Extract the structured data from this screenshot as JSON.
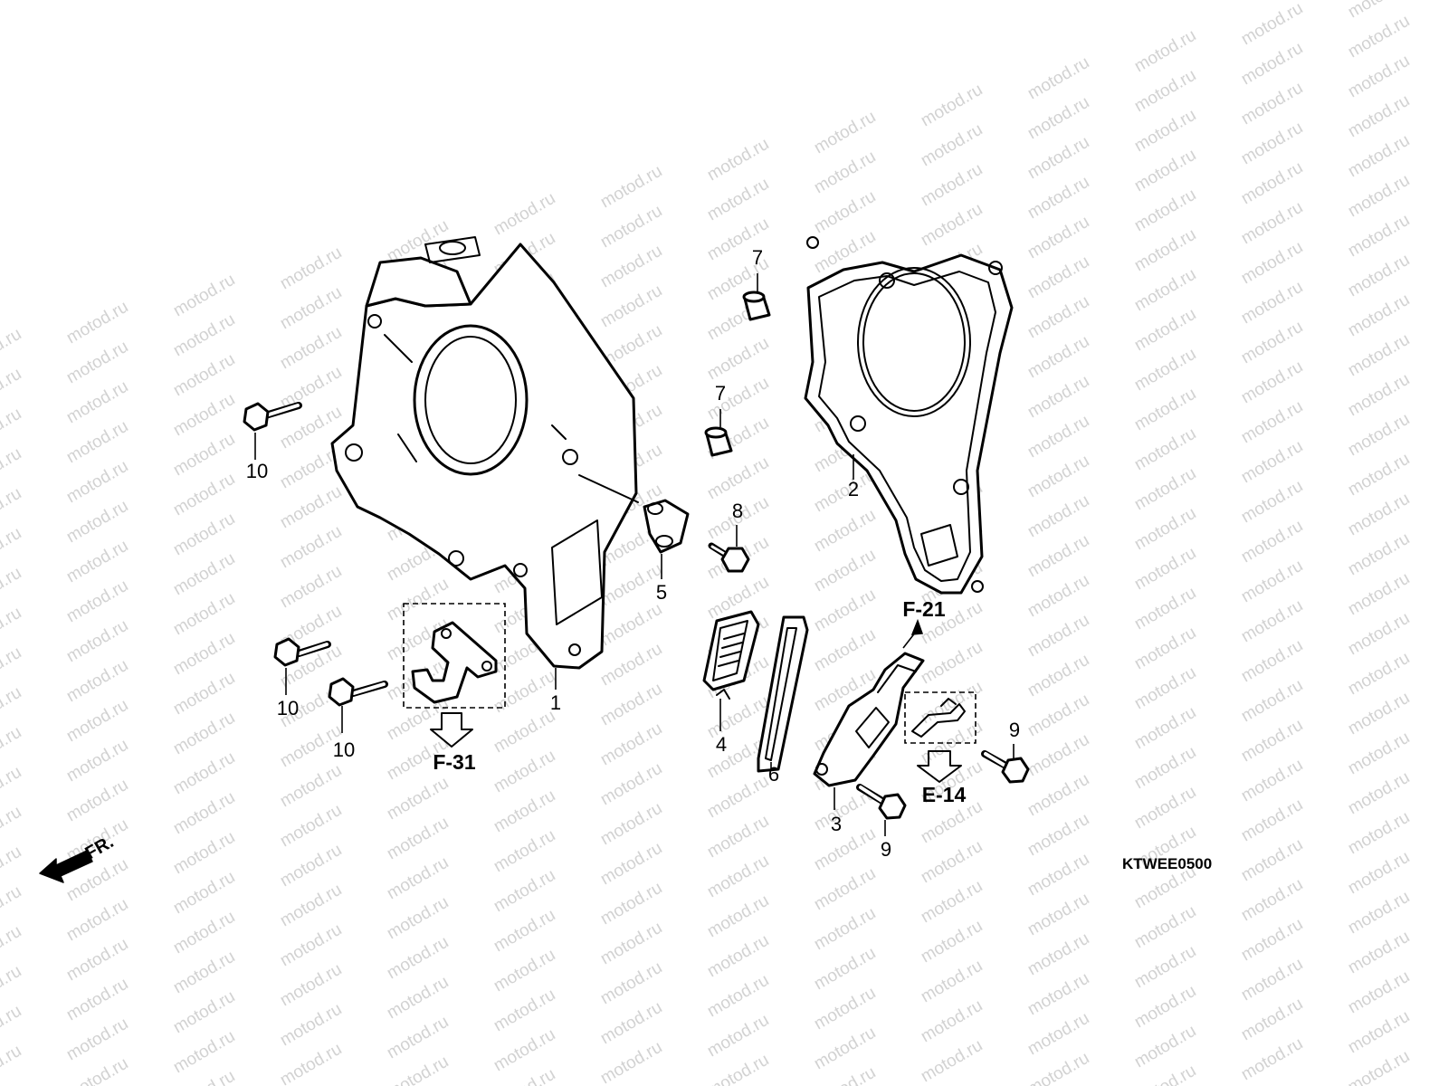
{
  "watermark": {
    "text": "motod.ru",
    "color": "#d2d2d2"
  },
  "callouts": {
    "c1": "1",
    "c2": "2",
    "c3": "3",
    "c4": "4",
    "c5": "5",
    "c6": "6",
    "c7a": "7",
    "c7b": "7",
    "c8": "8",
    "c9a": "9",
    "c9b": "9",
    "c10a": "10",
    "c10b": "10",
    "c10c": "10"
  },
  "references": {
    "f31": "F-31",
    "f21": "F-21",
    "e14": "E-14"
  },
  "direction_label": "FR.",
  "diagram_code": "KTWEE0500",
  "icons": [
    "front-direction-arrow-icon",
    "reference-arrow-icon"
  ]
}
